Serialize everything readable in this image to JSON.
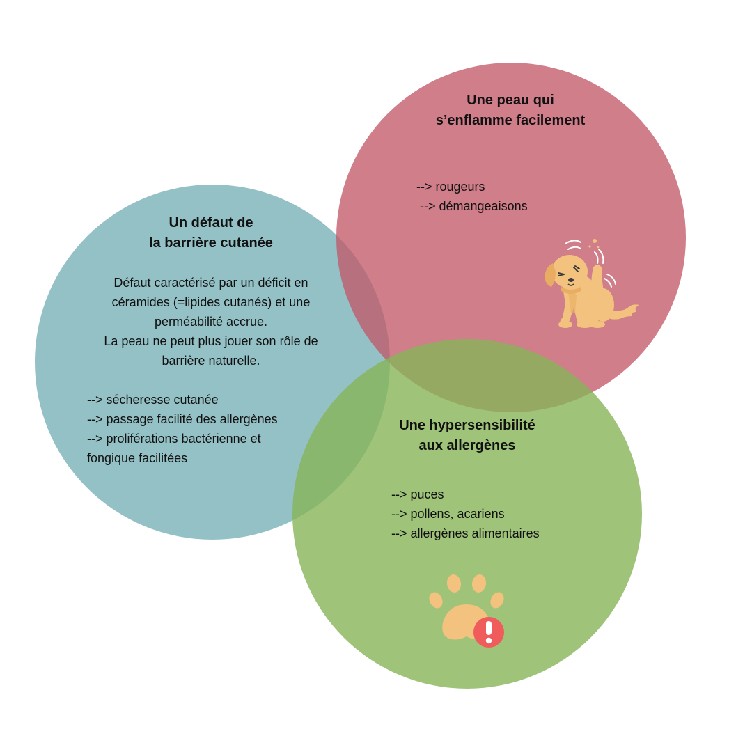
{
  "colors": {
    "barrier_circle": "#7cb3b9",
    "inflame_circle": "#c25a69",
    "allergy_circle": "#86b457",
    "illustration_fill": "#f2c27e",
    "alert_red": "#f05b5b"
  },
  "circles": {
    "barrier": {
      "title": [
        "Un défaut de",
        "la barrière cutanée"
      ],
      "description": [
        "Défaut caractérisé par un déficit en",
        "céramides (=lipides cutanés) et une",
        "perméabilité accrue.",
        "La peau ne peut plus jouer son rôle de",
        "barrière naturelle."
      ],
      "consequences": [
        "--> sécheresse cutanée",
        "--> passage facilité des allergènes",
        "--> proliférations bactérienne et",
        "fongique facilitées"
      ]
    },
    "inflammation": {
      "title": [
        "Une peau qui",
        "s’enflamme facilement"
      ],
      "consequences": [
        "--> rougeurs",
        " --> démangeaisons"
      ],
      "icon": "scratching-dog-icon"
    },
    "hypersensitivity": {
      "title": [
        "Une hypersensibilité",
        "aux allergènes"
      ],
      "consequences": [
        "--> puces",
        "--> pollens, acariens",
        "--> allergènes alimentaires"
      ],
      "icon": "paw-alert-icon"
    }
  }
}
